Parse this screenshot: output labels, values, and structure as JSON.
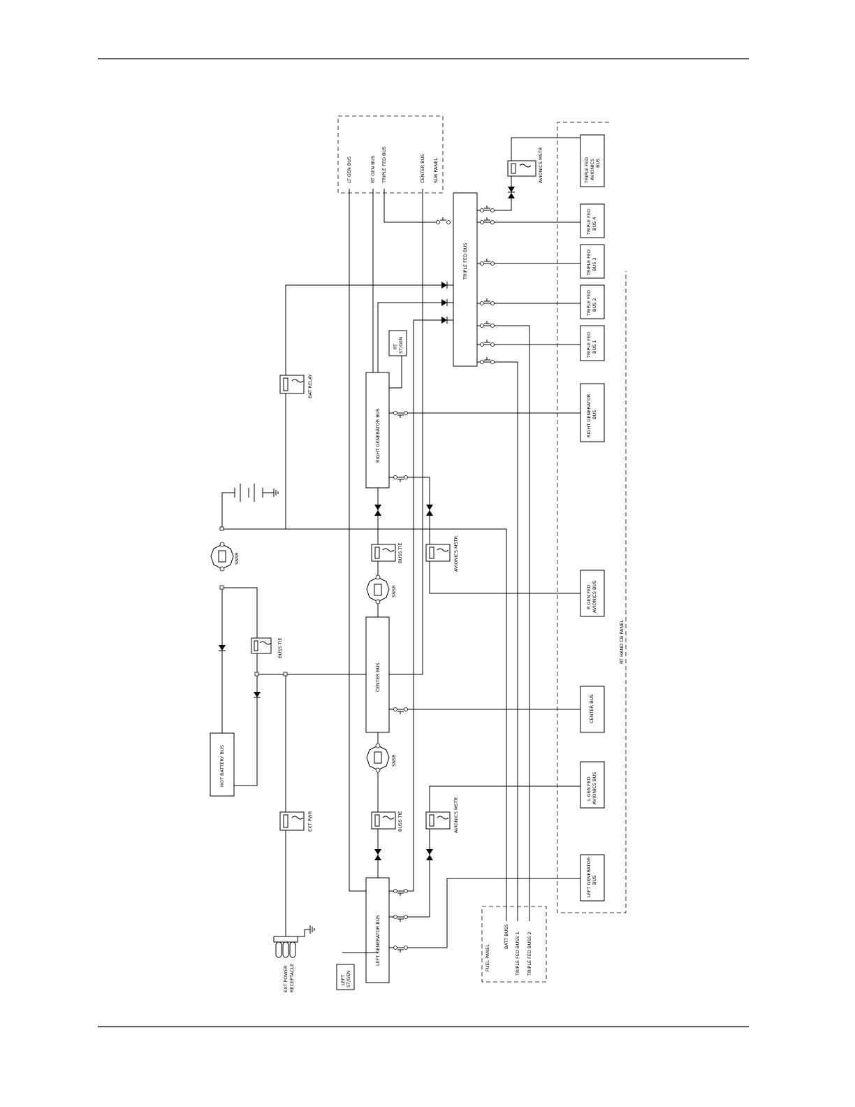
{
  "labels": {
    "sub_panel": "SUB PANEL",
    "lt_gen_bus": "LT GEN BUS",
    "rt_gen_bus": "RT GEN BUS",
    "triple_fed_bus_sub": "TRIPLE FED BUS",
    "center_bus_sub": "CENTER BUS",
    "triple_fed_bus": "TRIPLE FED BUS",
    "right_generator_bus": "RIGHT GENERATOR BUS",
    "center_bus": "CENTER BUS",
    "left_generator_bus": "LEFT GENERATOR BUS",
    "hot_battery_bus": "HOT BATTERY BUS",
    "bat_relay": "BAT RELAY",
    "ext_pwr": "EXT PWR",
    "buss_tie": "BUSS TIE",
    "avionics_mstr": "AVIONICS MSTR",
    "snsr": "SNSR",
    "rt_st_gen": [
      "RT",
      "ST/GEN"
    ],
    "left_st_gen": [
      "LEFT",
      "ST/GEN"
    ],
    "ext_power_receptacle": [
      "EXT POWER",
      "RECEPTACLE"
    ],
    "fuel_panel": "FUEL PANEL",
    "batt_buss": "BATT BUSS",
    "triple_fed_buss_1": "TRIPLE FED BUSS 1",
    "triple_fed_buss_2": "TRIPLE FED BUSS 2",
    "rt_hand_cb_panel": "RT HAND CB PANEL",
    "cb_boxes": {
      "triple_fed_avionics": [
        "TRIPLE FED",
        "AVIONICS",
        "BUS"
      ],
      "triple_fed_4": [
        "TRIPLE FED",
        "BUS 4"
      ],
      "triple_fed_3": [
        "TRIPLE FED",
        "BUS 3"
      ],
      "triple_fed_2": [
        "TRIPLE FED",
        "BUS 2"
      ],
      "triple_fed_1": [
        "TRIPLE FED",
        "BUS 1"
      ],
      "right_generator": [
        "RIGHT GENERATOR",
        "BUS"
      ],
      "r_gen_fed_avionics": [
        "R GEN FED",
        "AVIONICS BUS"
      ],
      "center": [
        "CENTER BUS"
      ],
      "l_gen_fed_avionics": [
        "L GEN FED",
        "AVIONICS BUS"
      ],
      "left_generator": [
        "LEFT GENERATOR",
        "BUS"
      ]
    }
  }
}
